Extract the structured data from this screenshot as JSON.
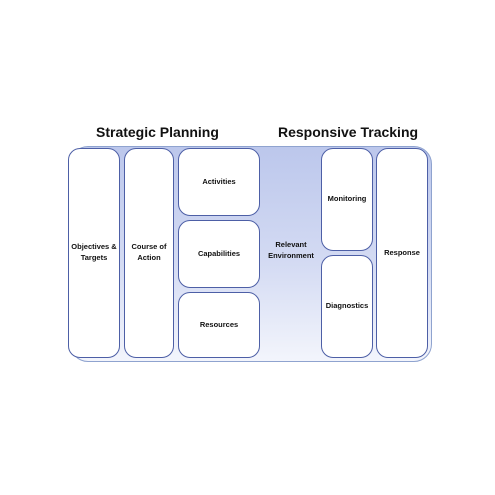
{
  "headings": {
    "left": "Strategic Planning",
    "right": "Responsive Tracking"
  },
  "boxes": {
    "objectives": [
      "Objectives &",
      "Targets"
    ],
    "course": [
      "Course of",
      "Action"
    ],
    "activities": "Activities",
    "capabilities": "Capabilities",
    "resources": "Resources",
    "environment": [
      "Relevant",
      "Environment"
    ],
    "monitoring": "Monitoring",
    "diagnostics": "Diagnostics",
    "response": "Response"
  }
}
